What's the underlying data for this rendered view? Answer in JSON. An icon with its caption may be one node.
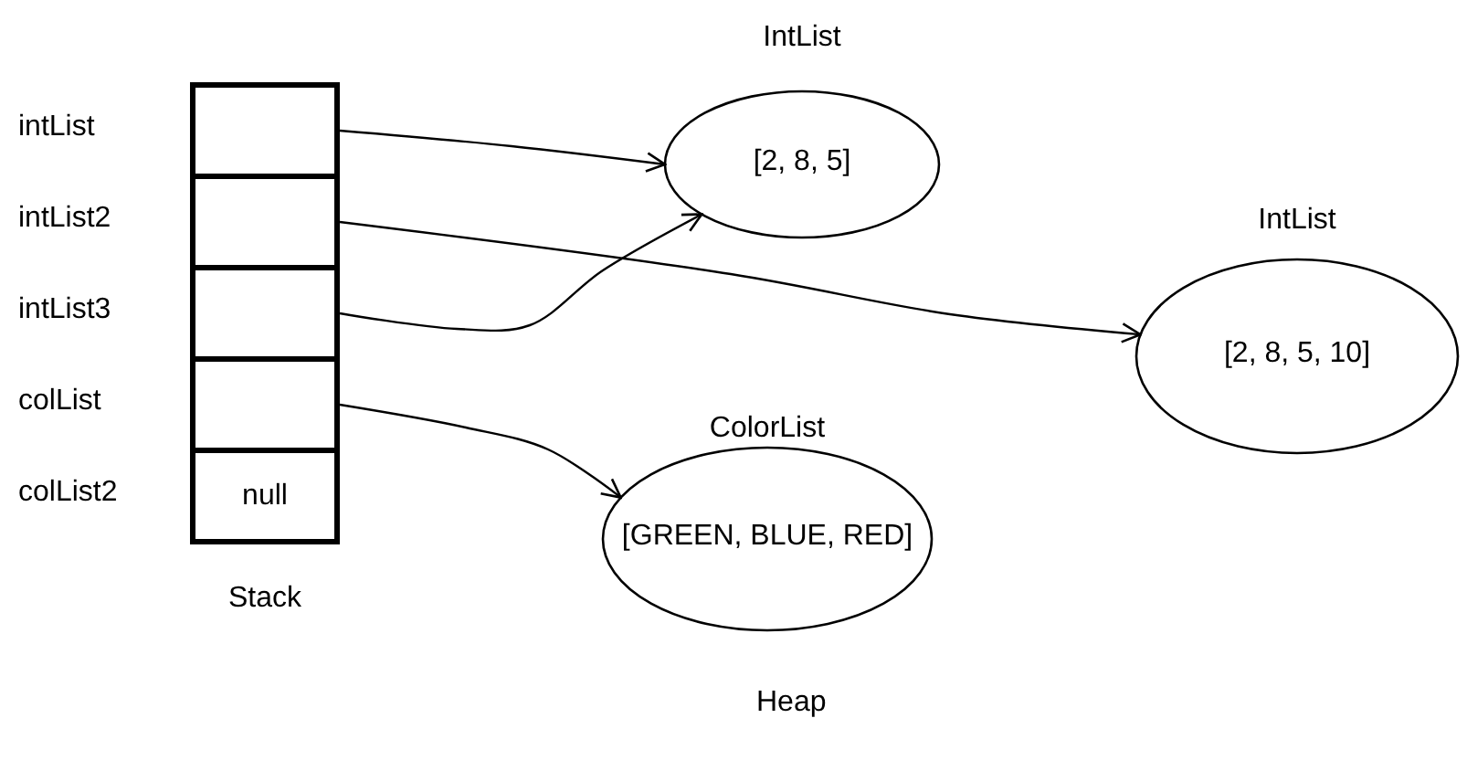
{
  "diagram": {
    "nodes": [
      {
        "text": [
          "Stack"
        ]
      },
      {
        "text": [],
        "shape": "box",
        "in": 0,
        "beside": [
          "intList"
        ]
      },
      {
        "text": [],
        "shape": "box",
        "in": 0,
        "beside": [
          "intList2"
        ]
      },
      {
        "text": [],
        "shape": "box",
        "in": 0,
        "beside": [
          "intList3"
        ]
      },
      {
        "text": [],
        "shape": "box",
        "in": 0,
        "beside": [
          "colList"
        ]
      },
      {
        "text": [
          "null"
        ],
        "in": 0,
        "beside": [
          "colList2"
        ]
      },
      {
        "text": [
          "IntList",
          "[2, 8, 5]"
        ]
      },
      {
        "text": [
          "IntList",
          "[2, 8, 5, 10]"
        ]
      },
      {
        "text": [
          "ColorList",
          "[GREEN, BLUE, RED]"
        ]
      }
    ],
    "edges": [
      {
        "from": 1,
        "to": 6,
        "arrow": "to"
      },
      {
        "from": 2,
        "to": 7,
        "arrow": "to"
      },
      {
        "from": 3,
        "to": 6,
        "arrow": "to"
      },
      {
        "from": 4,
        "to": 8,
        "arrow": "to"
      }
    ],
    "labels": [
      "Heap"
    ]
  }
}
